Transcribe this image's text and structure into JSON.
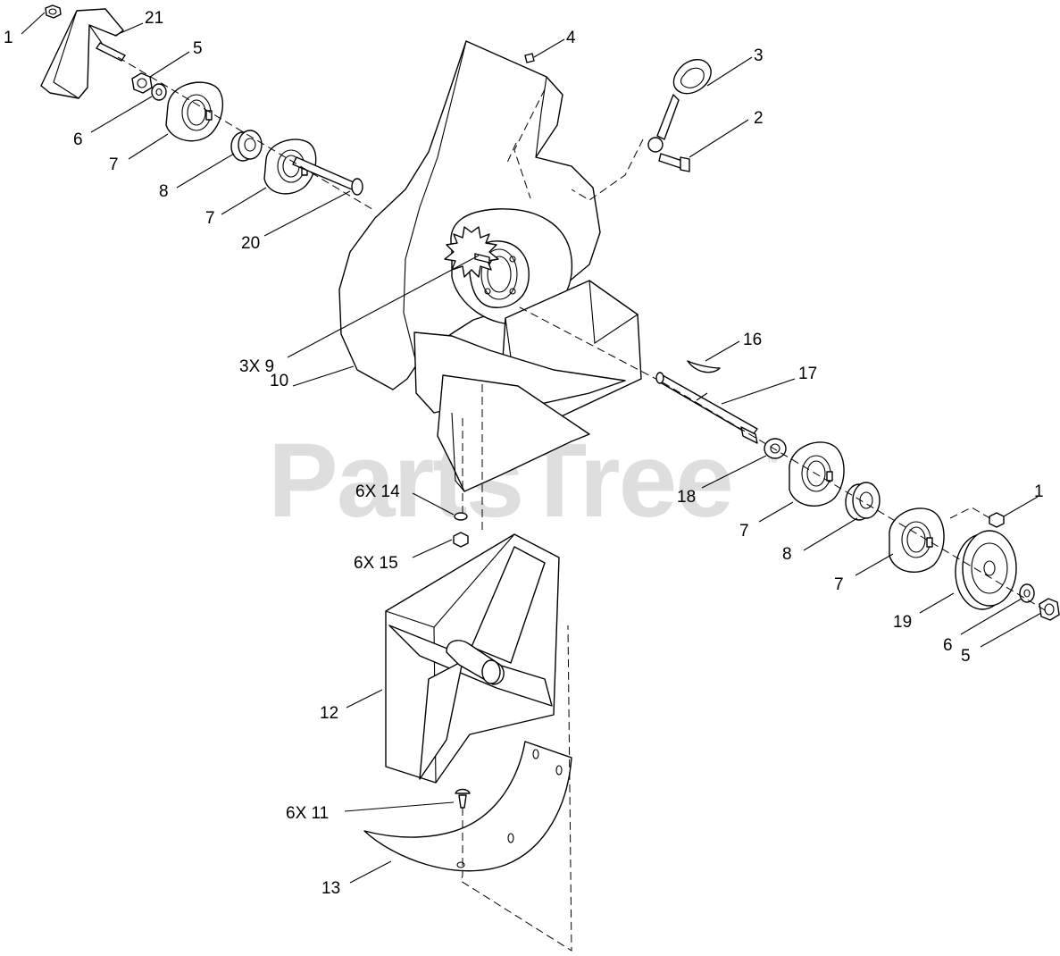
{
  "watermark": {
    "text": "PartsTree",
    "trademark": "™"
  },
  "callouts": [
    {
      "id": "c-1-top",
      "label": "1"
    },
    {
      "id": "c-21",
      "label": "21"
    },
    {
      "id": "c-5-top",
      "label": "5"
    },
    {
      "id": "c-6-top",
      "label": "6"
    },
    {
      "id": "c-7-top-a",
      "label": "7"
    },
    {
      "id": "c-8-top",
      "label": "8"
    },
    {
      "id": "c-7-top-b",
      "label": "7"
    },
    {
      "id": "c-20",
      "label": "20"
    },
    {
      "id": "c-4",
      "label": "4"
    },
    {
      "id": "c-3",
      "label": "3"
    },
    {
      "id": "c-2",
      "label": "2"
    },
    {
      "id": "c-3x9",
      "label": "3X 9"
    },
    {
      "id": "c-10",
      "label": "10"
    },
    {
      "id": "c-16",
      "label": "16"
    },
    {
      "id": "c-17",
      "label": "17"
    },
    {
      "id": "c-18",
      "label": "18"
    },
    {
      "id": "c-1-right",
      "label": "1"
    },
    {
      "id": "c-7-right-a",
      "label": "7"
    },
    {
      "id": "c-8-right",
      "label": "8"
    },
    {
      "id": "c-7-right-b",
      "label": "7"
    },
    {
      "id": "c-19",
      "label": "19"
    },
    {
      "id": "c-6-right",
      "label": "6"
    },
    {
      "id": "c-5-right",
      "label": "5"
    },
    {
      "id": "c-6x14",
      "label": "6X 14"
    },
    {
      "id": "c-6x15",
      "label": "6X 15"
    },
    {
      "id": "c-12",
      "label": "12"
    },
    {
      "id": "c-6x11",
      "label": "6X 11"
    },
    {
      "id": "c-13",
      "label": "13"
    }
  ]
}
